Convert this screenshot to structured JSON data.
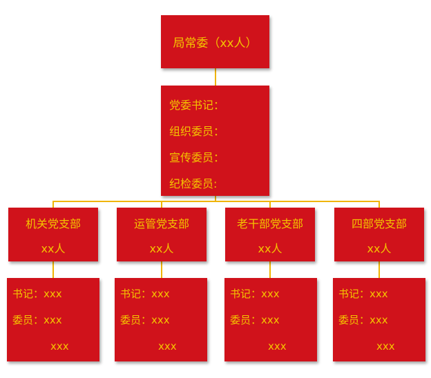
{
  "top": {
    "label": "局常委（xx人）"
  },
  "committee": {
    "rows": [
      "党委书记：",
      "组织委员：",
      "宣传委员：",
      "纪检委员:"
    ]
  },
  "branches": [
    {
      "name": "机关党支部",
      "count": "xx人",
      "secretary": "书记：xxx",
      "members_label": "委员：xxx",
      "members_extra": "xxx"
    },
    {
      "name": "运管党支部",
      "count": "xx人",
      "secretary": "书记：xxx",
      "members_label": "委员：xxx",
      "members_extra": "xxx"
    },
    {
      "name": "老干部党支部",
      "count": "xx人",
      "secretary": "书记：xxx",
      "members_label": "委员：xxx",
      "members_extra": "xxx"
    },
    {
      "name": "四部党支部",
      "count": "xx人",
      "secretary": "书记：xxx",
      "members_label": "委员：xxx",
      "members_extra": "xxx"
    }
  ],
  "colors": {
    "box": "#d0121b",
    "text": "#f4c400",
    "connector": "#f0b400"
  }
}
